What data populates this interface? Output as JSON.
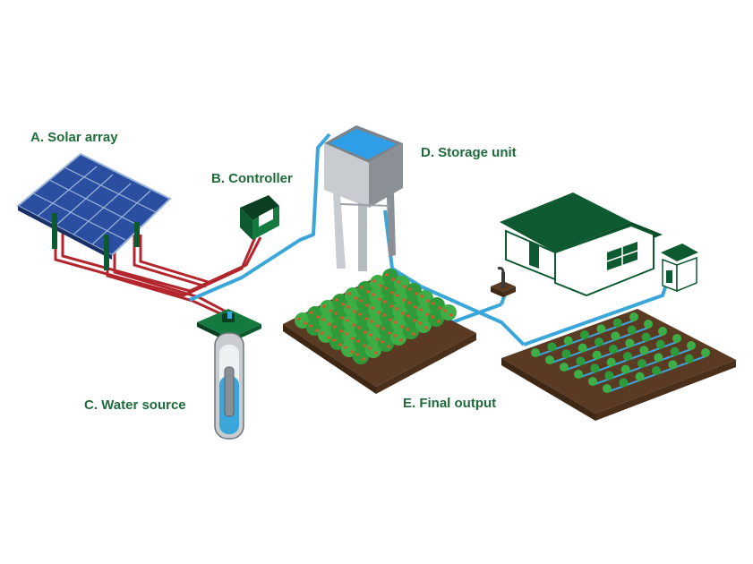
{
  "labels": {
    "solar_array": "A. Solar array",
    "controller": "B. Controller",
    "water_source": "C. Water source",
    "storage_unit": "D. Storage unit",
    "final_output": "E. Final output"
  },
  "colors": {
    "label_text": "#1f6b3a",
    "dark_green": "#0e5a30",
    "water_pipe": "#3aa6d9",
    "power_cable": "#b3262e",
    "soil": "#5a3a22",
    "tree_green": "#2f9a3a",
    "fruit": "#e0542a",
    "solar_panel": "#2a4fa0"
  },
  "icons": [
    "solar-panel-icon",
    "controller-box-icon",
    "borewell-pump-icon",
    "water-tank-icon",
    "farmhouse-icon",
    "orchard-icon",
    "crop-field-icon",
    "tap-icon"
  ]
}
